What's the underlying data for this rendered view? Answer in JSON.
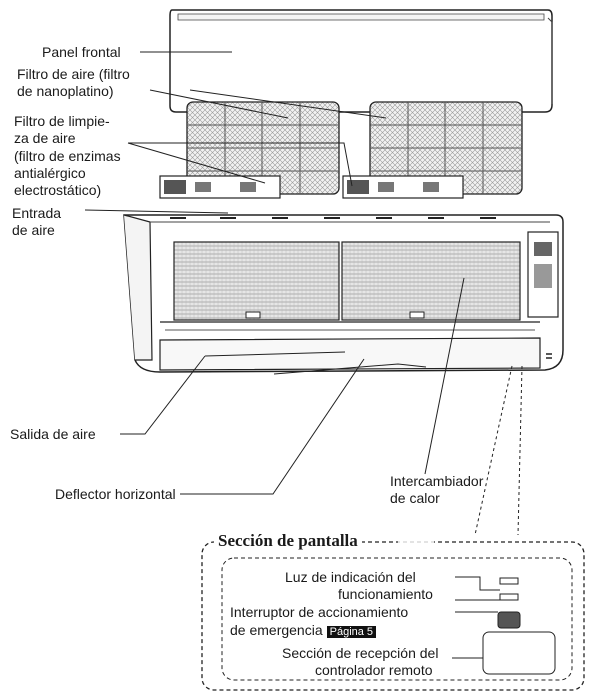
{
  "labels": {
    "front_panel": "Panel frontal",
    "air_filter": [
      "Filtro de aire (filtro",
      "de nanoplatino)"
    ],
    "cleaning_filter": [
      "Filtro de limpie-",
      "za de aire",
      "(filtro de enzimas",
      "antialérgico",
      "electrostático)"
    ],
    "air_inlet": [
      "Entrada",
      "de aire"
    ],
    "air_outlet": "Salida de aire",
    "horizontal_deflector": "Deflector horizontal",
    "heat_exchanger": [
      "Intercambiador",
      "de calor"
    ]
  },
  "display_section": {
    "title": "Sección de pantalla",
    "indicator_light": [
      "Luz de indicación del",
      "funcionamiento"
    ],
    "emergency_switch": [
      "Interruptor de accionamiento",
      "de emergencia"
    ],
    "page_ref": "Página 5",
    "remote_receiver": [
      "Sección de recepción del",
      "controlador remoto"
    ]
  }
}
